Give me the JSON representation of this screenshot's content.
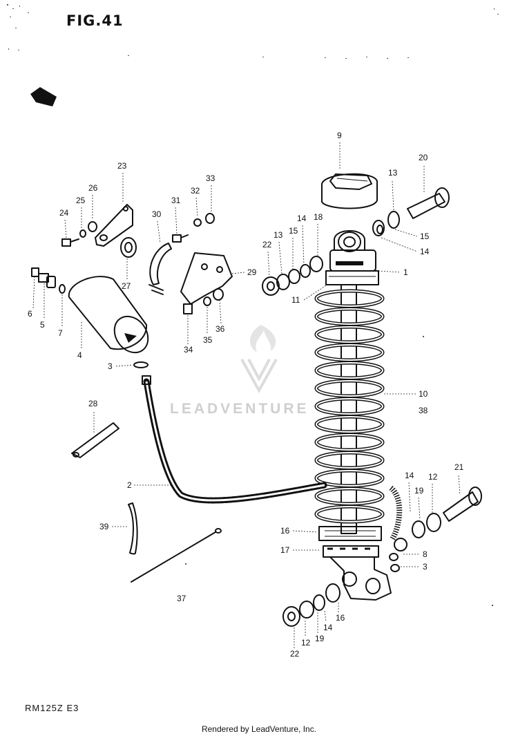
{
  "figure": {
    "title": "FIG.41"
  },
  "model_code": "RM125Z E3",
  "footer_text": "Rendered by LeadVenture, Inc.",
  "watermark": {
    "text": "LEADVENTURE",
    "color": "#cfcfcf"
  },
  "callouts": {
    "c1": "1",
    "c2": "2",
    "c3a": "3",
    "c3b": "3",
    "c4": "4",
    "c5": "5",
    "c6": "6",
    "c7": "7",
    "c8": "8",
    "c9": "9",
    "c10": "10",
    "c11": "11",
    "c12a": "12",
    "c12b": "12",
    "c13a": "13",
    "c13b": "13",
    "c14a": "14",
    "c14b": "14",
    "c14c": "14",
    "c14d": "14",
    "c15a": "15",
    "c15b": "15",
    "c16a": "16",
    "c16b": "16",
    "c17": "17",
    "c18": "18",
    "c19a": "19",
    "c19b": "19",
    "c20": "20",
    "c21": "21",
    "c22a": "22",
    "c22b": "22",
    "c23": "23",
    "c24": "24",
    "c25": "25",
    "c26": "26",
    "c27": "27",
    "c28": "28",
    "c29": "29",
    "c30": "30",
    "c31": "31",
    "c32": "32",
    "c33": "33",
    "c34": "34",
    "c35": "35",
    "c36": "36",
    "c37": "37",
    "c38": "38",
    "c39": "39"
  }
}
